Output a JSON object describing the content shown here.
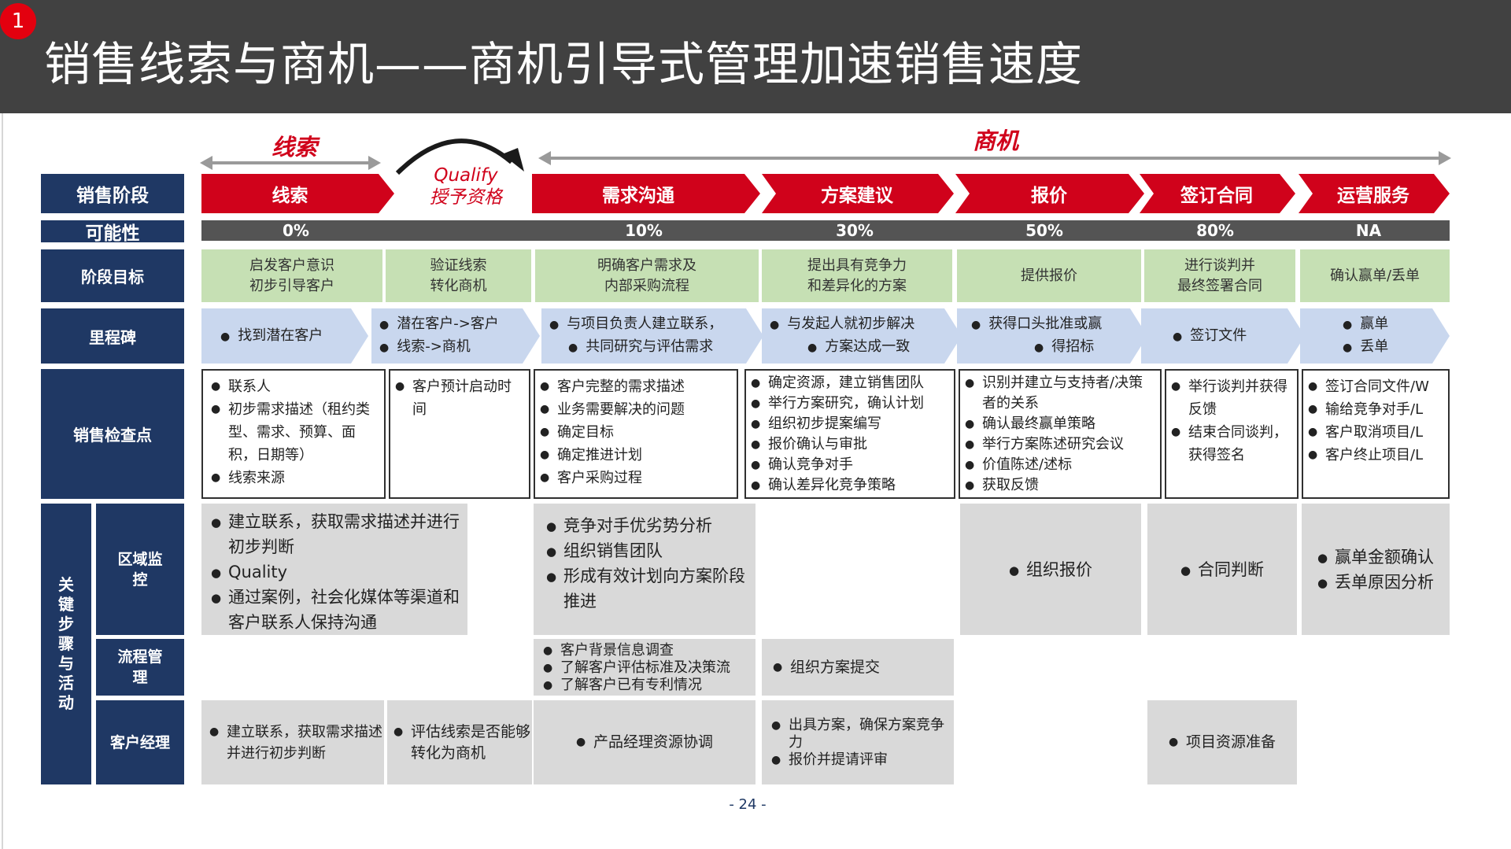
{
  "slide_badge": "1",
  "title": "销售线索与商机——商机引导式管理加速销售速度",
  "phase": {
    "lead": "线索",
    "opportunity": "商机",
    "qualify_line1": "Qualify",
    "qualify_line2": "授予资格"
  },
  "row_labels": {
    "stage": "销售阶段",
    "probability": "可能性",
    "goal": "阶段目标",
    "milestone": "里程碑",
    "checkpoint": "销售检查点",
    "key_steps": [
      "关",
      "键",
      "步",
      "骤",
      "与",
      "活",
      "动"
    ],
    "area_monitor": [
      "区域监",
      "控"
    ],
    "process_mgmt": [
      "流程管",
      "理"
    ],
    "account_manager": "客户经理"
  },
  "stages": [
    "线索",
    "需求沟通",
    "方案建议",
    "报价",
    "签订合同",
    "运营服务"
  ],
  "probabilities": [
    "0%",
    "10%",
    "30%",
    "50%",
    "80%",
    "NA"
  ],
  "goals": [
    [
      "启发客户意识",
      "初步引导客户"
    ],
    [
      "验证线索",
      "转化商机"
    ],
    [
      "明确客户需求及",
      "内部采购流程"
    ],
    [
      "提出具有竞争力",
      "和差异化的方案"
    ],
    [
      "提供报价"
    ],
    [
      "进行谈判并",
      "最终签署合同"
    ],
    [
      "确认赢单/丢单"
    ]
  ],
  "milestones": [
    [
      "找到潜在客户"
    ],
    [
      "潜在客户->客户",
      "线索->商机"
    ],
    [
      "与项目负责人建立联系，",
      "共同研究与评估需求"
    ],
    [
      "与发起人就初步解决",
      "方案达成一致"
    ],
    [
      "获得口头批准或赢",
      "得招标"
    ],
    [
      "签订文件"
    ],
    [
      "赢单",
      "丢单"
    ]
  ],
  "checkpoints": [
    [
      "联系人",
      "初步需求描述（租约类型、需求、预算、面积，日期等）",
      "线索来源"
    ],
    [
      "客户预计启动时间"
    ],
    [
      "客户完整的需求描述",
      "业务需要解决的问题",
      "确定目标",
      "确定推进计划",
      "客户采购过程"
    ],
    [
      "确定资源，建立销售团队",
      "举行方案研究，确认计划",
      "组织初步提案编写",
      "报价确认与审批",
      "确认竞争对手",
      "确认差异化竞争策略"
    ],
    [
      "识别并建立与支持者/决策者的关系",
      "确认最终赢单策略",
      "举行方案陈述研究会议",
      "价值陈述/述标",
      "获取反馈"
    ],
    [
      "举行谈判并获得反馈",
      "结束合同谈判，获得签名"
    ],
    [
      "签订合同文件/W",
      "输给竞争对手/L",
      "客户取消项目/L",
      "客户终止项目/L"
    ]
  ],
  "area_monitor": {
    "lead": [
      "建立联系，获取需求描述并进行初步判断",
      "Quality",
      "通过案例，社会化媒体等渠道和客户联系人保持沟通"
    ],
    "demand": [
      "竞争对手优劣势分析",
      "组织销售团队",
      "形成有效计划向方案阶段推进"
    ],
    "quote": [
      "组织报价"
    ],
    "contract": [
      "合同判断"
    ],
    "operation": [
      "赢单金额确认",
      "丢单原因分析"
    ]
  },
  "process_mgmt": {
    "demand": [
      "客户背景信息调查",
      "了解客户评估标准及决策流",
      "了解客户已有专利情况"
    ],
    "proposal": [
      "组织方案提交"
    ]
  },
  "account_manager": {
    "lead": [
      "建立联系，获取需求描述并进行初步判断"
    ],
    "qualify": [
      "评估线索是否能够转化为商机"
    ],
    "demand": [
      "产品经理资源协调"
    ],
    "proposal": [
      "出具方案，确保方案竞争力",
      "报价并提请评审"
    ],
    "contract": [
      "项目资源准备"
    ]
  },
  "page_number": "- 24 -"
}
